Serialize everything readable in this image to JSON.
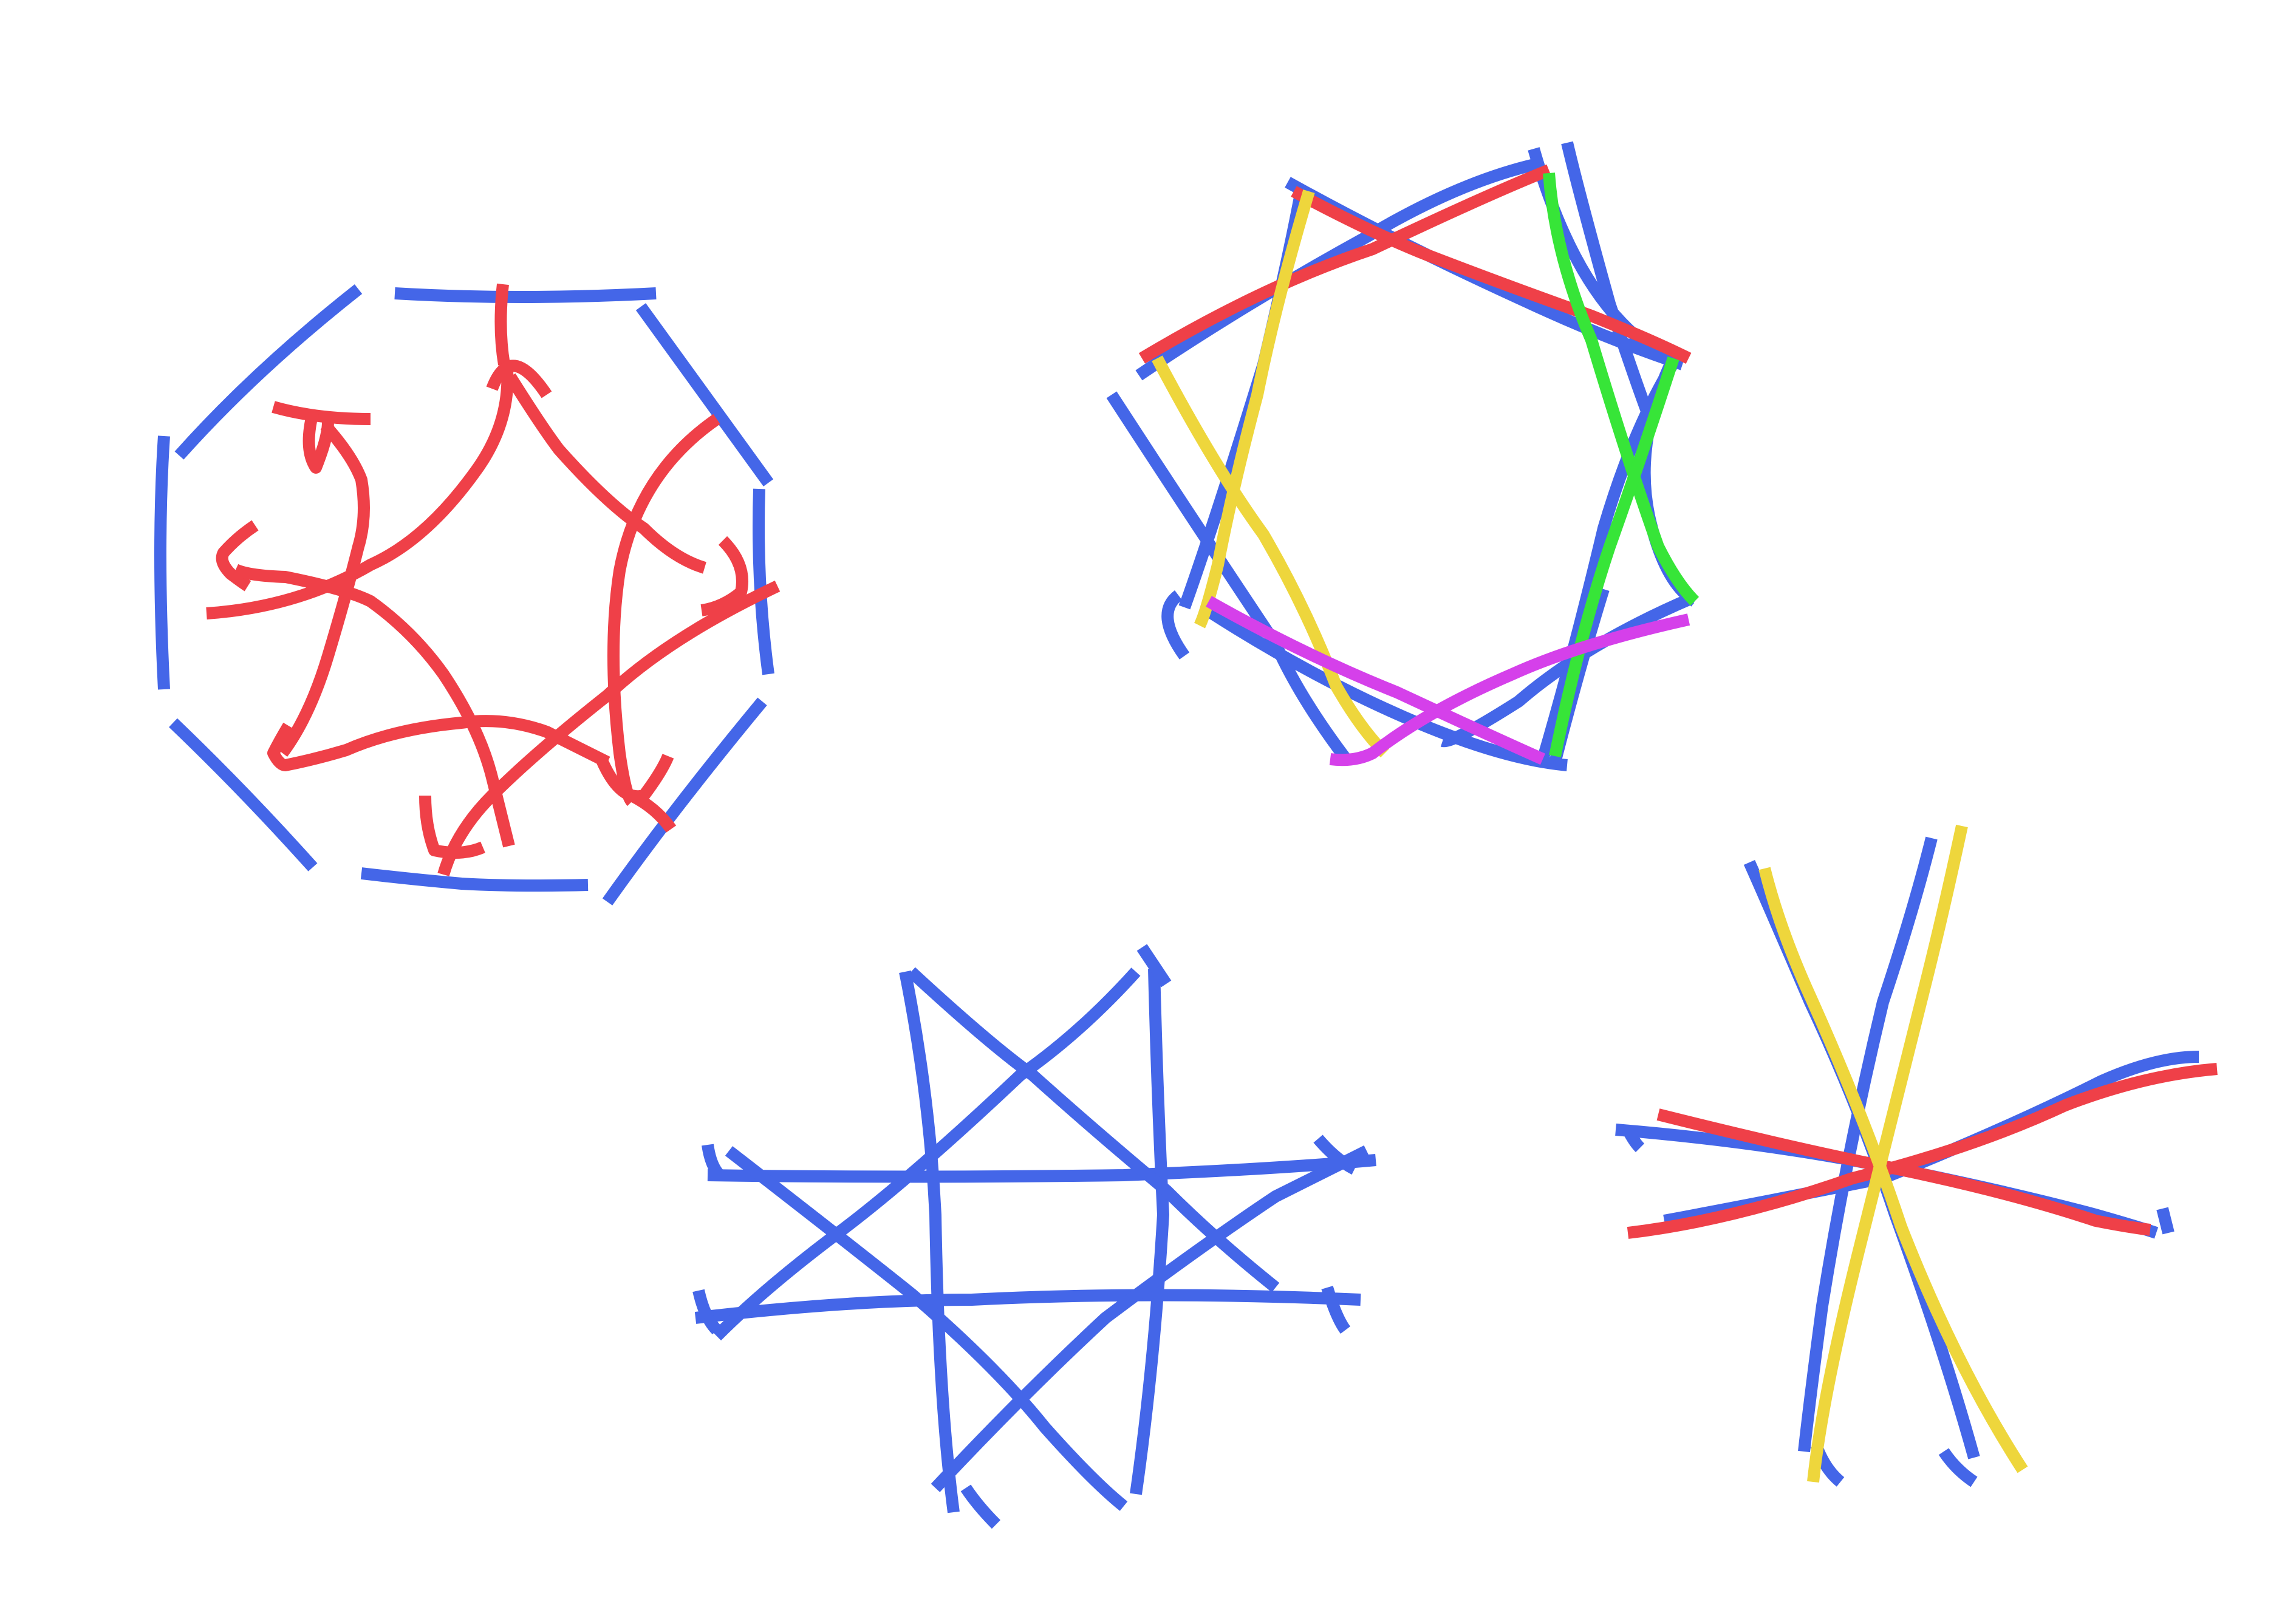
{
  "colors": {
    "background": "#ffffff",
    "blue": "#4466e8",
    "red": "#ef4048",
    "yellow": "#eed63c",
    "green": "#37e538",
    "magenta": "#d540ea"
  },
  "figures": [
    {
      "id": "figure-1",
      "shape": "broken octagon outline with curved red arrows",
      "colors_used": [
        "blue",
        "red"
      ]
    },
    {
      "id": "figure-2",
      "shape": "hexagram-like star of multicolored strokes",
      "colors_used": [
        "blue",
        "red",
        "yellow",
        "green",
        "magenta"
      ]
    },
    {
      "id": "figure-3",
      "shape": "blue grid of crossing strokes",
      "colors_used": [
        "blue"
      ]
    },
    {
      "id": "figure-4",
      "shape": "asterisk of crossing strokes",
      "colors_used": [
        "blue",
        "red",
        "yellow"
      ]
    }
  ]
}
